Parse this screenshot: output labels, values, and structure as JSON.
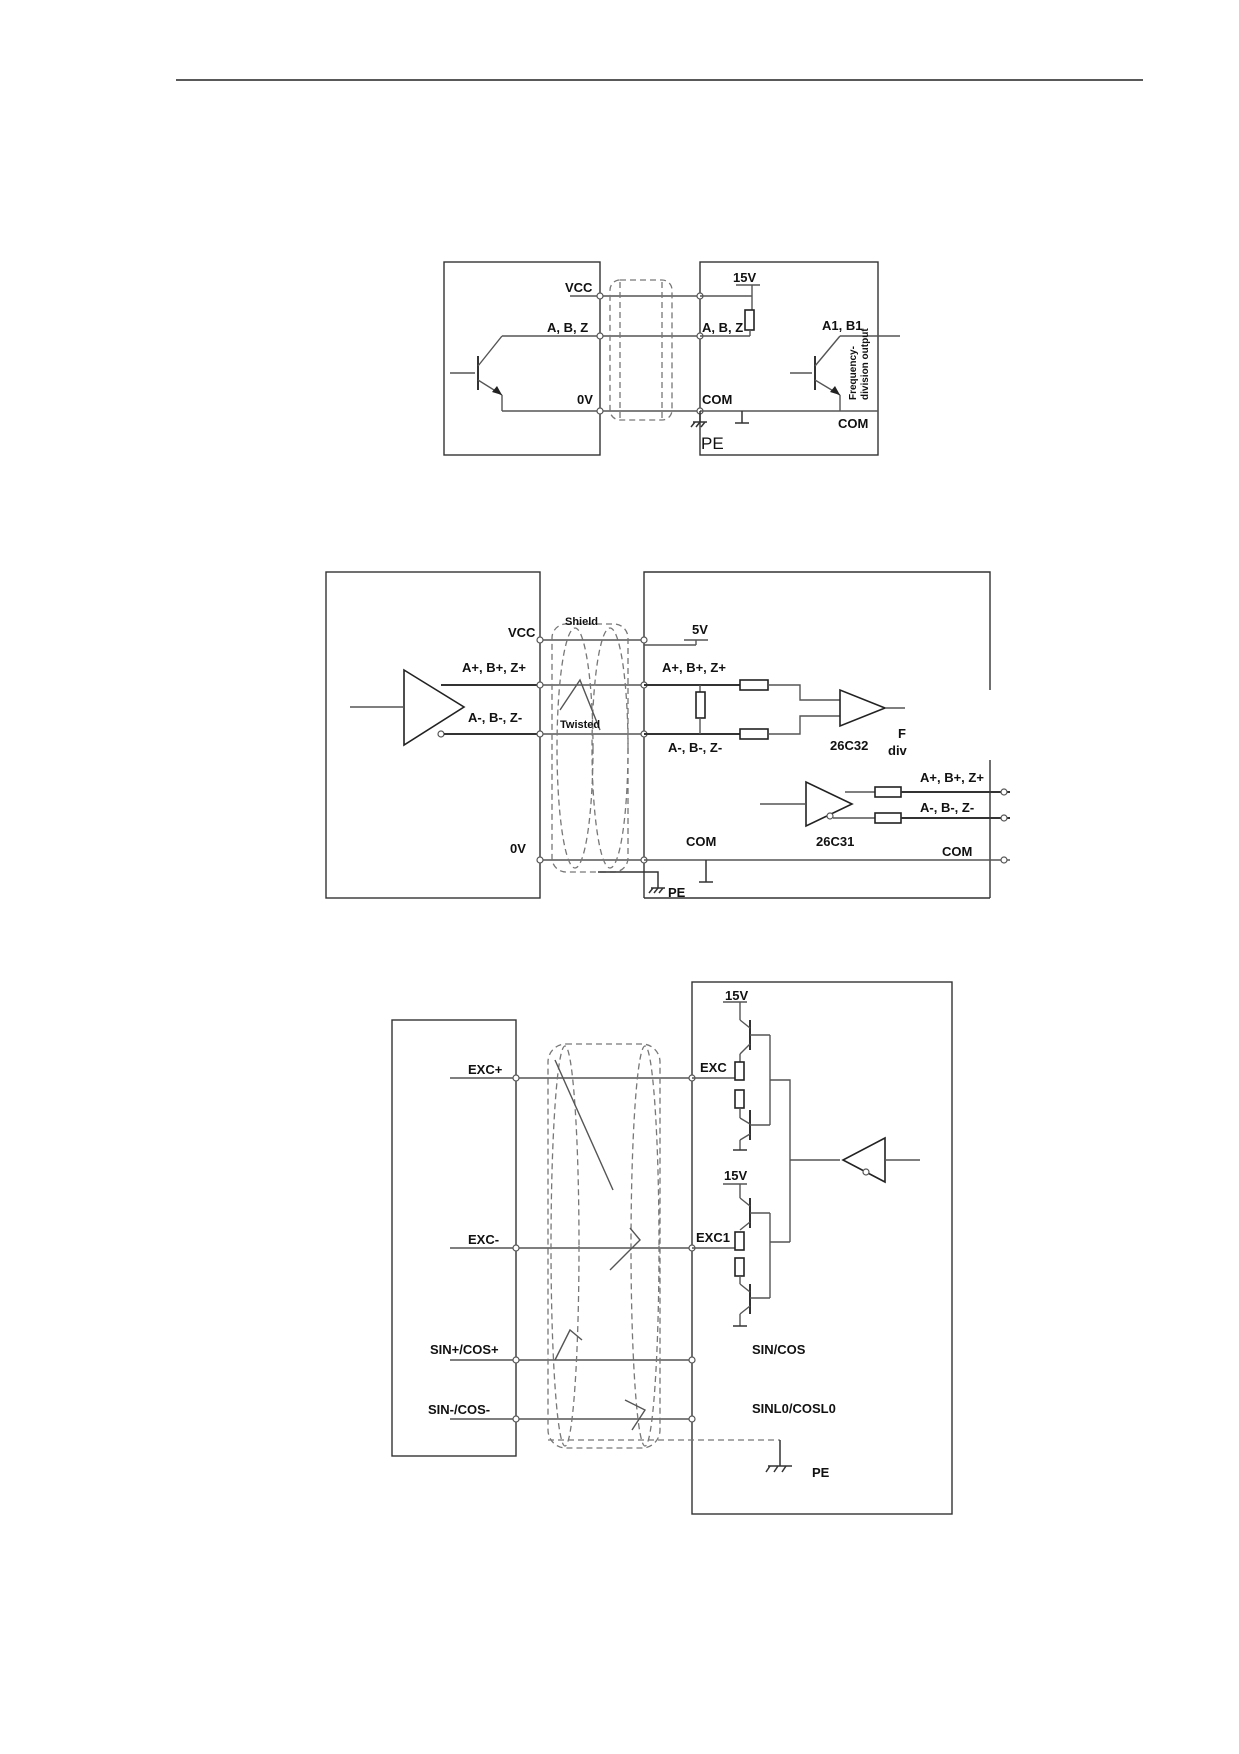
{
  "diagram1": {
    "enc_vcc": "VCC",
    "enc_abz": "A, B, Z",
    "enc_0v": "0V",
    "drv_15v": "15V",
    "drv_abz": "A, B, Z",
    "drv_com": "COM",
    "drv_pe": "PE",
    "out_a1b1": "A1, B1",
    "out_com": "COM",
    "freq_div": "Frequency-",
    "freq_div2": "division output"
  },
  "diagram2": {
    "enc_vcc": "VCC",
    "enc_apos": "A+, B+, Z+",
    "enc_aneg": "A-, B-, Z-",
    "enc_0v": "0V",
    "shield": "Shield",
    "twisted": "Twisted",
    "drv_5v": "5V",
    "drv_apos": "A+, B+, Z+",
    "drv_aneg": "A-, B-, Z-",
    "receiver": "26C32",
    "drv_com": "COM",
    "drv_pe": "PE",
    "out_apos": "A+, B+, Z+",
    "out_aneg": "A-, B-, Z-",
    "driver": "26C31",
    "out_com": "COM",
    "fd_frag1": "F",
    "fd_frag2": "div"
  },
  "diagram3": {
    "exc_pos": "EXC+",
    "exc_neg": "EXC-",
    "sin_pos": "SIN+/COS+",
    "sin_neg": "SIN-/COS-",
    "drv_15v_top": "15V",
    "drv_exc": "EXC",
    "drv_15v_bot": "15V",
    "drv_exc1": "EXC1",
    "drv_sincos": "SIN/COS",
    "drv_sinl0": "SINL0/COSL0",
    "drv_pe": "PE"
  }
}
